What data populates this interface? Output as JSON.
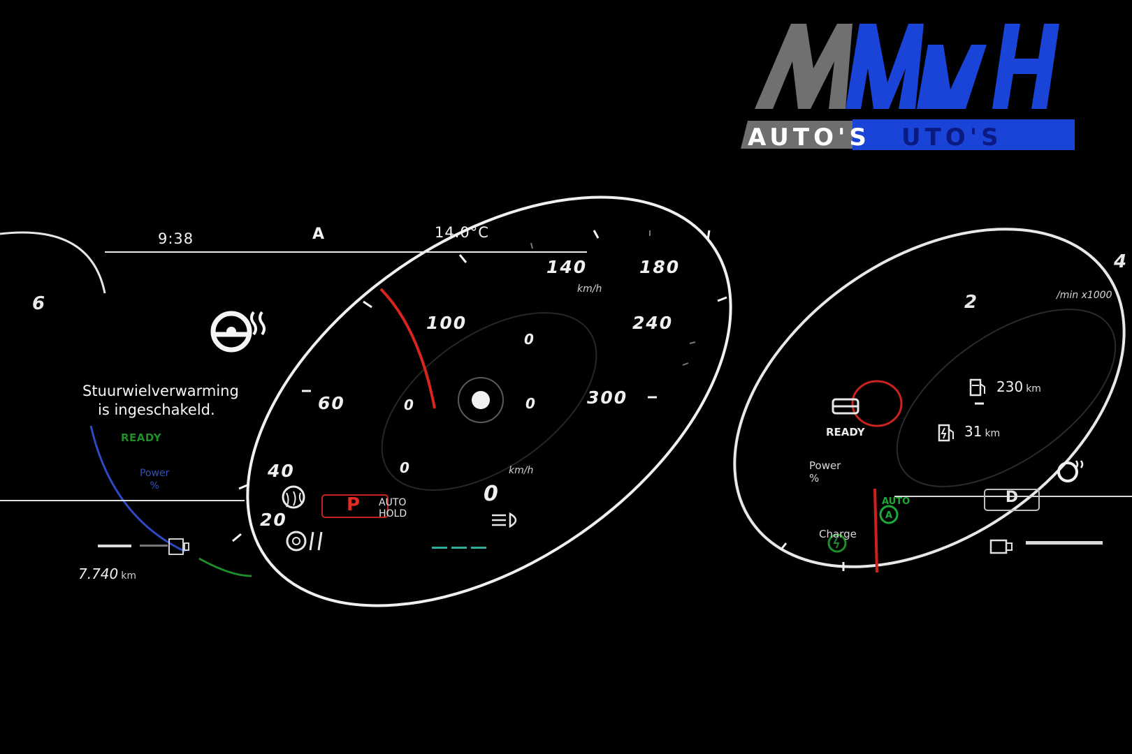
{
  "logo": {
    "brand": "MvH",
    "subtitle": "AUTO'S",
    "colors": {
      "grey": "#6e6e6e",
      "blue": "#1a43d8",
      "white": "#ffffff"
    }
  },
  "cluster": {
    "clock": "9:38",
    "outside_temperature": "14.0°C",
    "auto_light_icon": "auto-headlight-icon",
    "notification": {
      "icon": "heated-steering-wheel-icon",
      "text_line1": "Stuurwielverwarming",
      "text_line2": "is ingeschakeld."
    },
    "left_gauge": {
      "ready": "READY",
      "power_label": "Power",
      "power_unit": "%",
      "scale_6": "6"
    },
    "speedometer": {
      "unit": "km/h",
      "labels": [
        "20",
        "40",
        "60",
        "100",
        "140",
        "180",
        "240",
        "300"
      ],
      "digital_speed": "0",
      "digital_unit": "km/h",
      "needle_color": "#d8261f"
    },
    "drive_assist": {
      "traction_icon": "esp-off-icon",
      "gear": "P",
      "autohold_line1": "AUTO",
      "autohold_line2": "HOLD",
      "gear_color": "#e22b22"
    },
    "odometer": {
      "value": "7.740",
      "unit": "km"
    },
    "ranges": [
      {
        "icon": "fuel-pump-icon",
        "value": "230",
        "unit": "km"
      },
      {
        "icon": "ev-charge-icon",
        "value": "31",
        "unit": "km"
      }
    ],
    "right_gauge": {
      "ready": "READY",
      "power_label": "Power",
      "power_unit": "%",
      "charge_label": "Charge",
      "rpm_unit": "/min x1000",
      "scale_2": "2",
      "scale_4": "4",
      "gear": "D",
      "auto_label": "AUTO"
    },
    "accents": {
      "green": "#1f8d2a",
      "blue": "#2e49c2",
      "red": "#d01f1a"
    }
  }
}
